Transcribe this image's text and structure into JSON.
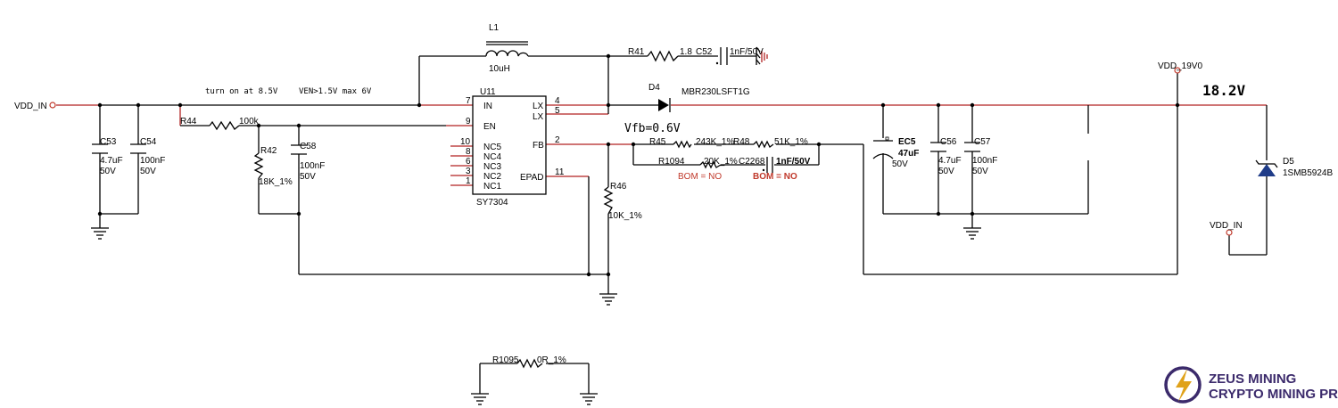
{
  "nets": {
    "vdd_in": "VDD_IN",
    "vdd_19v0": "VDD_19V0",
    "vdd_in_bottom": "VDD_IN",
    "vout": "18.2V",
    "vfb": "Vfb=0.6V"
  },
  "notes": {
    "turn_on": "turn on at 8.5V",
    "ven": "VEN>1.5V max 6V"
  },
  "ic": {
    "ref": "U11",
    "part": "SY7304",
    "pins": {
      "in": {
        "name": "IN",
        "num": "7"
      },
      "en": {
        "name": "EN",
        "num": "9"
      },
      "nc5": {
        "name": "NC5",
        "num": "10"
      },
      "nc4": {
        "name": "NC4",
        "num": "8"
      },
      "nc3": {
        "name": "NC3",
        "num": "6"
      },
      "nc2": {
        "name": "NC2",
        "num": "3"
      },
      "nc1": {
        "name": "NC1",
        "num": "1"
      },
      "lx1": {
        "name": "LX",
        "num": "4"
      },
      "lx2": {
        "name": "LX",
        "num": "5"
      },
      "fb": {
        "name": "FB",
        "num": "2"
      },
      "epad": {
        "name": "EPAD",
        "num": "11"
      }
    }
  },
  "components": {
    "L1": {
      "ref": "L1",
      "value": "10uH"
    },
    "R41": {
      "ref": "R41",
      "value": "1.8"
    },
    "C52": {
      "ref": "C52",
      "value": "1nF/50V"
    },
    "D4": {
      "ref": "D4",
      "value": "MBR230LSFT1G"
    },
    "R44": {
      "ref": "R44",
      "value": "100k"
    },
    "R42": {
      "ref": "R42",
      "value": "18K_1%"
    },
    "C58": {
      "ref": "C58",
      "value": "100nF",
      "voltage": "50V"
    },
    "C53": {
      "ref": "C53",
      "value": "4.7uF",
      "voltage": "50V"
    },
    "C54": {
      "ref": "C54",
      "value": "100nF",
      "voltage": "50V"
    },
    "R45": {
      "ref": "R45",
      "value": "243K_1%"
    },
    "R48": {
      "ref": "R48",
      "value": "51K_1%"
    },
    "R1094": {
      "ref": "R1094",
      "value": "20K_1%",
      "bom": "BOM = NO"
    },
    "C2268": {
      "ref": "C2268",
      "value": "1nF/50V",
      "bom": "BOM = NO"
    },
    "R46": {
      "ref": "R46",
      "value": "10K_1%"
    },
    "EC5": {
      "ref": "EC5",
      "value": "47uF",
      "voltage": "50V"
    },
    "C56": {
      "ref": "C56",
      "value": "4.7uF",
      "voltage": "50V"
    },
    "C57": {
      "ref": "C57",
      "value": "100nF",
      "voltage": "50V"
    },
    "D5": {
      "ref": "D5",
      "value": "1SMB5924B"
    },
    "R1095": {
      "ref": "R1095",
      "value": "0R_1%"
    }
  },
  "logo": {
    "line1": "ZEUS MINING",
    "line2": "CRYPTO MINING PRO",
    "color": "#3b2a6b"
  }
}
